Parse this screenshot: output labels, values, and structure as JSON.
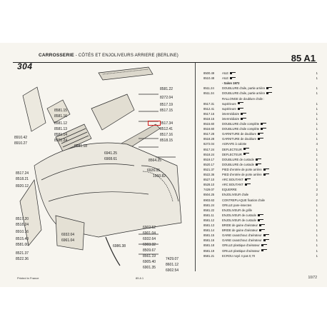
{
  "header": {
    "brand": "304",
    "title_bold": "CARROSSERIE",
    "title_rest": " - CÔTÉS ET ENJOLIVEURS ARRIERE  (BERLINE)",
    "page_ref": "85 A1"
  },
  "diagram_labels": [
    "8581.22",
    "8272.04",
    "8517.19",
    "8517.15",
    "8581.15",
    "8581.16",
    "8581.12",
    "8581.13",
    "8910.42",
    "8910.27",
    "8581.14",
    "8581.24",
    "8581.18",
    "8517.34",
    "8512.41",
    "8517.16",
    "8518.15",
    "6941.25",
    "6908.61",
    "8564.25",
    "6926.05",
    "1960.82",
    "8517.24",
    "8518.21",
    "8920.12",
    "8517.20",
    "8518.24",
    "8910.16",
    "8515.40",
    "8581.00",
    "8521.37",
    "8522.36",
    "6932.04",
    "6961.04",
    "6986.38",
    "6902.52",
    "6901.04",
    "6932.64",
    "6903.32",
    "8509.67",
    "8561.19",
    "6905.40",
    "6901.35",
    "7429.07",
    "8601.12",
    "6902.54"
  ],
  "highlighted_label": "8564.25",
  "parts": [
    {
      "code": "8500.49",
      "desc": "AILE",
      "qty": "1",
      "arrow": true
    },
    {
      "code": "8510.48",
      "desc": "AILE",
      "qty": "1",
      "arrow": true
    },
    {
      "code": "",
      "desc": "- Salon 1972",
      "qty": "",
      "arrow": false,
      "heading": true
    },
    {
      "code": "8511.24",
      "desc": "DOUBLURE d'aile, partie arrière",
      "qty": "1",
      "arrow": true
    },
    {
      "code": "8511.34",
      "desc": "DOUBLURE d'aile, partie arrière",
      "qty": "1",
      "arrow": true
    },
    {
      "code": "",
      "desc": "RALLONGE de doublure d'aile :",
      "qty": "",
      "arrow": false
    },
    {
      "code": "8517.31",
      "desc": "supérieure",
      "qty": "1",
      "arrow": true
    },
    {
      "code": "8512.41",
      "desc": "supérieure",
      "qty": "1",
      "arrow": true
    },
    {
      "code": "8517.16",
      "desc": "intermédiaire",
      "qty": "1",
      "arrow": true
    },
    {
      "code": "8518.15",
      "desc": "intermédiaire",
      "qty": "1",
      "arrow": true
    },
    {
      "code": "8515.60",
      "desc": "DOUBLURE d'aile complète",
      "qty": "1",
      "arrow": true
    },
    {
      "code": "8516.60",
      "desc": "DOUBLURE d'aile complète",
      "qty": "1",
      "arrow": true
    },
    {
      "code": "8517.28",
      "desc": "GARNITURE de doublure",
      "qty": "1",
      "arrow": true
    },
    {
      "code": "8518.28",
      "desc": "GARNITURE de doublure",
      "qty": "1",
      "arrow": true
    },
    {
      "code": "8272.04",
      "desc": "AGRAFE à calotte",
      "qty": "4",
      "arrow": false
    },
    {
      "code": "8517.24",
      "desc": "DEFLECTEUR",
      "qty": "1",
      "arrow": true
    },
    {
      "code": "8518.24",
      "desc": "DEFLECTEUR",
      "qty": "1",
      "arrow": true
    },
    {
      "code": "8519.17",
      "desc": "DOUBLURE de custode",
      "qty": "1",
      "arrow": true
    },
    {
      "code": "8520.17",
      "desc": "DOUBLURE de custode",
      "qty": "1",
      "arrow": true
    },
    {
      "code": "8521.37",
      "desc": "PIED d'entrée de porte arrière",
      "qty": "1",
      "arrow": true
    },
    {
      "code": "8522.36",
      "desc": "PIED d'entrée de porte arrière",
      "qty": "1",
      "arrow": true
    },
    {
      "code": "8527.10",
      "desc": "ARC BOUTANT",
      "qty": "1",
      "arrow": true
    },
    {
      "code": "8528.10",
      "desc": "ARC BOUTANT",
      "qty": "1",
      "arrow": true
    },
    {
      "code": "7429.07",
      "desc": "EQUERRE",
      "qty": "2",
      "arrow": false
    },
    {
      "code": "8504.25",
      "desc": "ENJOLIVEUR d'aile",
      "qty": "2",
      "arrow": false
    },
    {
      "code": "8903.63",
      "desc": "CONTREPLAQUE fixation d'aile",
      "qty": "2",
      "arrow": false
    },
    {
      "code": "8581.24",
      "desc": "GRILLE pare-insectes",
      "qty": "1",
      "arrow": false
    },
    {
      "code": "8581.22",
      "desc": "ENJOLIVEUR de grille",
      "qty": "1",
      "arrow": false
    },
    {
      "code": "8581.11",
      "desc": "ENJOLIVEUR de custode",
      "qty": "1",
      "arrow": true
    },
    {
      "code": "8581.12",
      "desc": "ENJOLIVEUR de custode",
      "qty": "1",
      "arrow": true
    },
    {
      "code": "8581.13",
      "desc": "BRIDE de gaine d'aérateur",
      "qty": "1",
      "arrow": true
    },
    {
      "code": "8581.14",
      "desc": "BRIDE de gaine d'aérateur",
      "qty": "1",
      "arrow": true
    },
    {
      "code": "8581.15",
      "desc": "GAINE caoutchouc d'aérateur",
      "qty": "1",
      "arrow": true
    },
    {
      "code": "8581.16",
      "desc": "GAINE caoutchouc d'aérateur",
      "qty": "1",
      "arrow": true
    },
    {
      "code": "8581.18",
      "desc": "GRILLE plastique d'aérateur",
      "qty": "1",
      "arrow": true
    },
    {
      "code": "8581.19",
      "desc": "GRILLE plastique d'aérateur",
      "qty": "1",
      "arrow": true
    },
    {
      "code": "8581.21",
      "desc": "ECROU noyé 4 pas 0,70",
      "qty": "1",
      "arrow": false
    }
  ],
  "footer": {
    "printed": "Printed in France",
    "mid": "85 A 1",
    "right": "10/72"
  },
  "colors": {
    "highlight": "#d62020",
    "paper": "#f7f5ef"
  }
}
